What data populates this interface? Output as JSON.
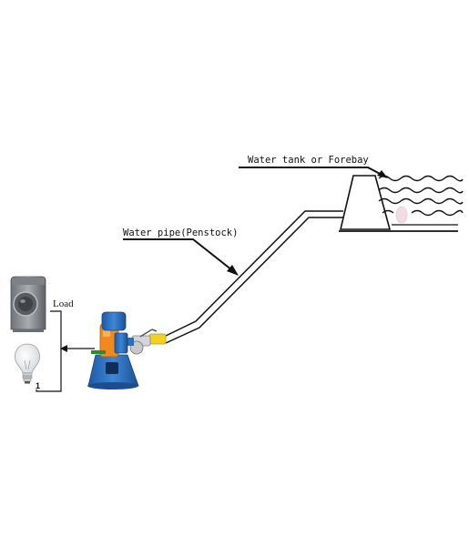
{
  "labels": {
    "forebay": "Water tank or Forebay",
    "penstock": "Water pipe(Penstock)",
    "load": "Load",
    "number": "1"
  },
  "icons": {
    "washing_machine": "washing-machine-icon",
    "light_bulb": "light-bulb-icon",
    "turbine": "hydro-turbine-generator-icon",
    "valve": "valve-icon",
    "tank": "water-tank-icon"
  },
  "colors": {
    "line": "#111111",
    "turbine_blue": "#2b6fc0",
    "motor_orange": "#f08a1c",
    "fitting_yellow": "#f2d21a",
    "machine_gray": "#8a8d92"
  }
}
